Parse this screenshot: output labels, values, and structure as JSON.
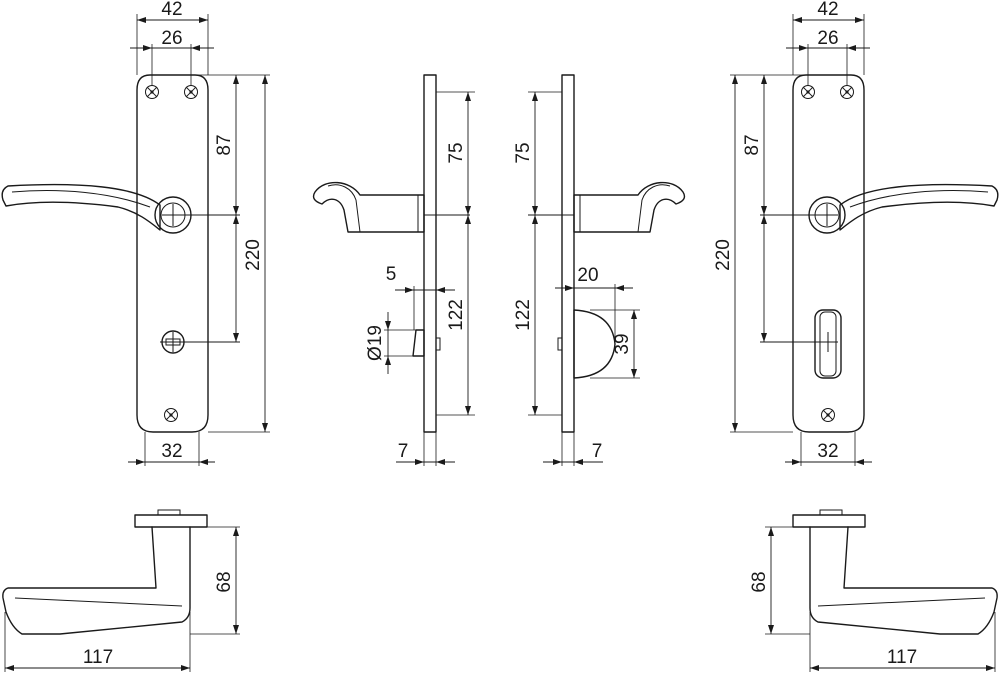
{
  "dimensions": {
    "front_left": {
      "width_total": "42",
      "screw_spacing": "26",
      "screw_to_spindle": "87",
      "plate_height": "220",
      "bottom_width": "32"
    },
    "side_left": {
      "spindle_to_top": "75",
      "spindle_to_bottom": "122",
      "turn_offset": "5",
      "turn_diameter": "Ø19",
      "plate_thickness": "7"
    },
    "side_right": {
      "spindle_to_top": "75",
      "spindle_to_bottom": "122",
      "turn_offset": "20",
      "turn_height": "39",
      "plate_thickness": "7"
    },
    "front_right": {
      "width_total": "42",
      "screw_spacing": "26",
      "screw_to_spindle": "87",
      "plate_height": "220",
      "bottom_width": "32"
    },
    "top_left": {
      "lever_length": "117",
      "lever_projection": "68"
    },
    "top_right": {
      "lever_length": "117",
      "lever_projection": "68"
    }
  }
}
